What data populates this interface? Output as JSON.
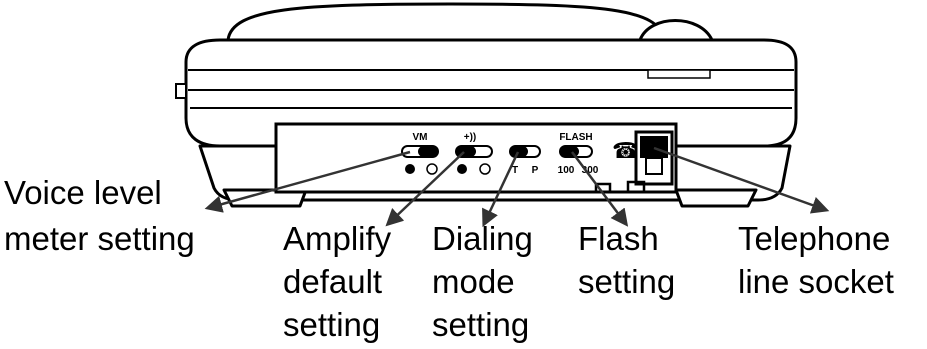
{
  "panel": {
    "vm_label": "VM",
    "amplify_label": "+))",
    "tone_label": "T",
    "pulse_label": "P",
    "flash_label": "FLASH",
    "flash_100": "100",
    "flash_300": "300"
  },
  "callouts": {
    "voice_level_1": "Voice level",
    "voice_level_2": "meter setting",
    "amplify_1": "Amplify",
    "amplify_2": "default",
    "amplify_3": "setting",
    "dialing_1": "Dialing",
    "dialing_2": "mode",
    "dialing_3": "setting",
    "flash_1": "Flash",
    "flash_2": "setting",
    "telephone_1": "Telephone",
    "telephone_2": "line socket"
  },
  "colors": {
    "line": "#000000",
    "background": "#ffffff",
    "arrow_fill": "#444444"
  }
}
